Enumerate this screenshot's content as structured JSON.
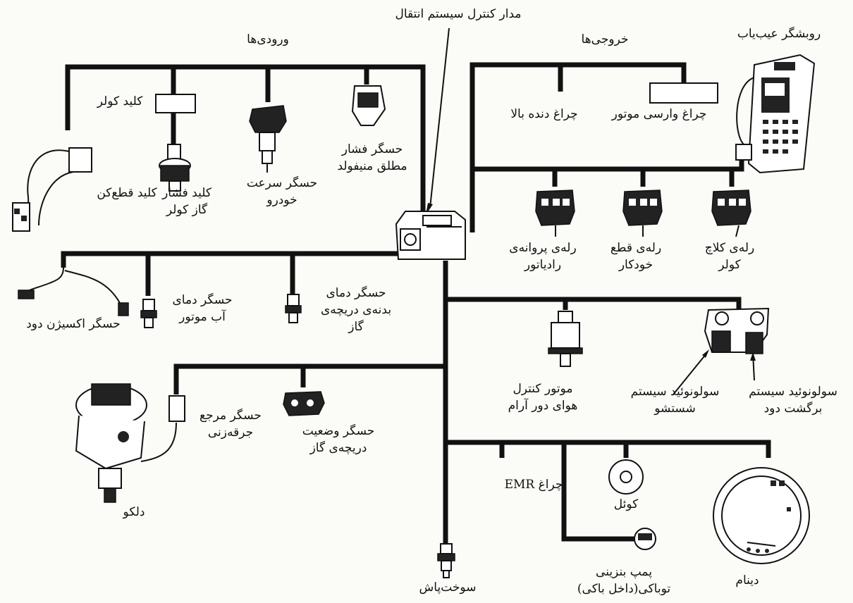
{
  "labels": {
    "ecu": "مدار کنترل سیستم انتقال",
    "inputs": "ورودی‌ها",
    "outputs": "خروجی‌ها",
    "scanner": "روبشگر عیب‌یاب",
    "ac_switch": "کلید کولر",
    "cutoff_switch": "کلید قطع‌کن",
    "ac_pressure_1": "کلید فشار",
    "ac_pressure_2": "گاز کولر",
    "vss_1": "حسگر سرعت",
    "vss_2": "خودرو",
    "map_1": "حسگر فشار",
    "map_2": "مطلق منیفولد",
    "upshift_lamp": "چراغ دنده بالا",
    "check_engine": "چراغ وارسی موتور",
    "fan_relay_1": "رله‌ی پروانه‌ی",
    "fan_relay_2": "رادیاتور",
    "cutoff_relay_1": "رله‌ی قطع",
    "cutoff_relay_2": "خودکار",
    "clutch_relay_1": "رله‌ی کلاچ",
    "clutch_relay_2": "کولر",
    "o2": "حسگر اکسیژن دود",
    "ect_1": "حسگر دمای",
    "ect_2": "آب موتور",
    "tb_temp_1": "حسگر دمای",
    "tb_temp_2": "بدنه‌ی دریچه‌ی",
    "tb_temp_3": "گاز",
    "iac_1": "موتور کنترل",
    "iac_2": "هوای دور آرام",
    "purge_1": "سولونوئید سیستم",
    "purge_2": "شستشو",
    "egr_1": "سولونوئید سیستم",
    "egr_2": "برگشت دود",
    "ref_1": "حسگر مرجع",
    "ref_2": "جرقه‌زنی",
    "tps_1": "حسگر وضعیت",
    "tps_2": "دریچه‌ی گاز",
    "distributor": "دلکو",
    "emr": "چراغ EMR",
    "coil": "کوئل",
    "injector": "سوخت‌پاش",
    "pump_1": "پمپ بنزینی",
    "pump_2": "توباکی(داخل باکی)",
    "alternator": "دینام"
  }
}
